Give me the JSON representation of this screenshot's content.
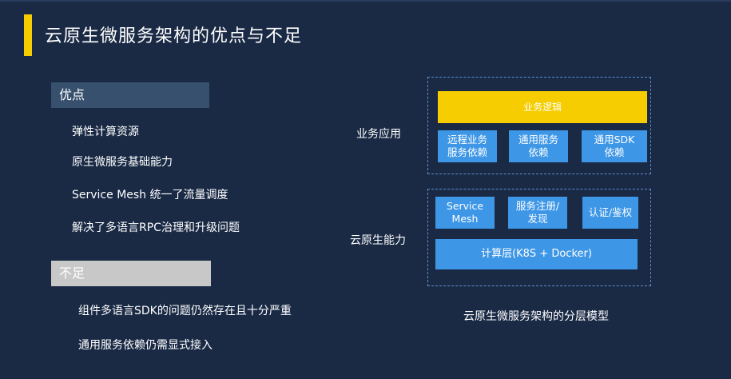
{
  "slide": {
    "title": "云原生微服务架构的优点与不足",
    "advantages": {
      "header": "优点",
      "items": [
        "弹性计算资源",
        "原生微服务基础能力",
        "Service Mesh 统一了流量调度",
        "解决了多语言RPC治理和升级问题"
      ]
    },
    "disadvantages": {
      "header": "不足",
      "items": [
        "组件多语言SDK的问题仍然存在且十分严重",
        "通用服务依赖仍需显式接入"
      ]
    }
  },
  "diagram": {
    "business_layer": {
      "label": "业务应用",
      "top_block": "业务逻辑",
      "blocks": [
        {
          "line1": "远程业务",
          "line2": "服务依赖"
        },
        {
          "line1": "通用服务",
          "line2": "依赖"
        },
        {
          "line1": "通用SDK",
          "line2": "依赖"
        }
      ]
    },
    "native_layer": {
      "label": "云原生能力",
      "blocks": [
        {
          "line1": "Service",
          "line2": "Mesh"
        },
        {
          "line1": "服务注册/",
          "line2": "发现"
        },
        {
          "line1": "认证/鉴权",
          "line2": ""
        }
      ],
      "bottom_block": "计算层(K8S + Docker)"
    },
    "caption": "云原生微服务架构的分层模型"
  },
  "colors": {
    "background": "#1a2a45",
    "accent_yellow": "#f5cd00",
    "block_blue": "#3d96e6",
    "advantages_header_bg": "#36506d",
    "disadvantages_header_bg": "#c8c8c8"
  }
}
